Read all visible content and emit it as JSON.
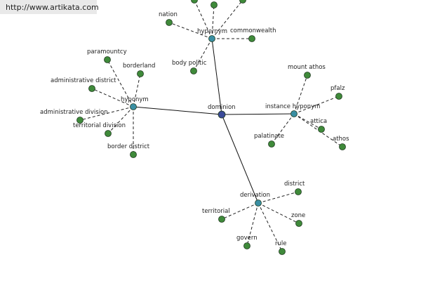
{
  "watermark": "http://www.artikata.com",
  "colors": {
    "center": "#3a4a99",
    "hub": "#3a8fa3",
    "leaf": "#3f8a3a",
    "stroke": "#1f3a1f"
  },
  "center": {
    "label": "dominion"
  },
  "hubs": [
    {
      "label": "hypernym",
      "leaves": [
        "nation",
        "commonwealth",
        "body politic",
        "",
        "",
        ""
      ]
    },
    {
      "label": "hyponym",
      "leaves": [
        "paramountcy",
        "borderland",
        "administrative district",
        "administrative division",
        "territorial division",
        "border district"
      ]
    },
    {
      "label": "instance hyponym",
      "leaves": [
        "mount athos",
        "pfalz",
        "attica",
        "athos",
        "palatinate"
      ]
    },
    {
      "label": "derivation",
      "leaves": [
        "district",
        "zone",
        "rule",
        "govern",
        "territorial"
      ]
    }
  ]
}
